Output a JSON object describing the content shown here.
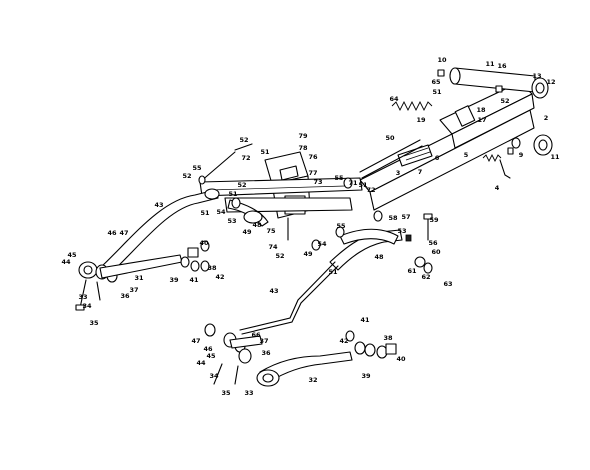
{
  "diagram": {
    "labels": [
      "10",
      "11",
      "16",
      "13",
      "12",
      "65",
      "51",
      "52",
      "64",
      "18",
      "19",
      "17",
      "2",
      "79",
      "78",
      "76",
      "77",
      "50",
      "6",
      "7",
      "3",
      "5",
      "9",
      "11",
      "4",
      "52",
      "51",
      "72",
      "55",
      "52",
      "52",
      "51",
      "54",
      "73",
      "55",
      "71",
      "51",
      "72",
      "43",
      "53",
      "75",
      "49",
      "48",
      "51",
      "74",
      "52",
      "58",
      "57",
      "59",
      "53",
      "55",
      "54",
      "49",
      "56",
      "60",
      "51",
      "48",
      "61",
      "62",
      "63",
      "46",
      "47",
      "45",
      "44",
      "40",
      "38",
      "41",
      "42",
      "39",
      "31",
      "36",
      "37",
      "33",
      "34",
      "35",
      "43",
      "47",
      "46",
      "45",
      "44",
      "66",
      "37",
      "36",
      "34",
      "35",
      "33",
      "32",
      "41",
      "38",
      "42",
      "39",
      "40"
    ]
  }
}
